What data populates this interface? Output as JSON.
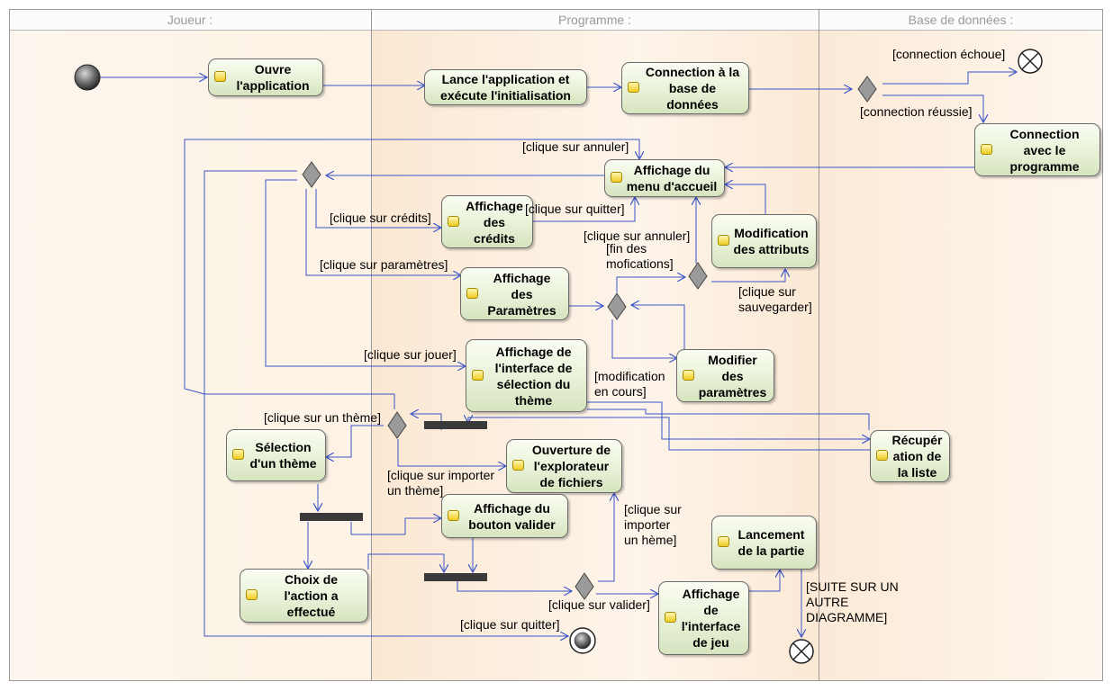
{
  "lanes": [
    {
      "title": "Joueur :"
    },
    {
      "title": "Programme :"
    },
    {
      "title": "Base de données :"
    }
  ],
  "colors": {
    "lane_player": "#fdf5ec",
    "lane_program": "#fbe9d6",
    "lane_db": "#fdf5ec",
    "connector": "#3a55c8",
    "activity_fill": "#e6f0d3"
  },
  "activities": {
    "ouvre": "Ouvre\nl'application",
    "lance": "Lance l'application et\nexécute l'initialisation",
    "connection_bdd": "Connection à la\nbase de\ndonnées",
    "connection_prog": "Connection\navec le\nprogramme",
    "menu": "Affichage du\nmenu d'accueil",
    "credits": "Affichage\ndes\ncrédits",
    "modif_attr": "Modification\ndes attributs",
    "parametres": "Affichage\ndes\nParamètres",
    "modifier_param": "Modifier\ndes\nparamètres",
    "interface_theme": "Affichage de\nl'interface de\nsélection du\nthème",
    "recuperation": "Récupér\nation de\nla liste",
    "selection_theme": "Sélection\nd'un thème",
    "explorateur": "Ouverture de\nl'explorateur\nde fichiers",
    "bouton_valider": "Affichage du\nbouton valider",
    "lancement": "Lancement\nde la partie",
    "choix_action": "Choix de\nl'action a\neffectué",
    "interface_jeu": "Affichage\nde\nl'interface\nde jeu"
  },
  "guards": {
    "connection_echoue": "[connection échoue]",
    "connection_reussie": "[connection réussie]",
    "annuler_top": "[clique sur annuler]",
    "credits": "[clique sur crédits]",
    "quitter_credits": "[clique sur quitter]",
    "annuler_mid": "[clique sur annuler]",
    "fin_modifications": "[fin des\nmofications]",
    "parametres": "[clique sur paramètres]",
    "sauvegarder": "[clique sur\nsauvegarder]",
    "jouer": "[clique sur jouer]",
    "modification_en_cours": "[modification\nen cours]",
    "un_theme": "[clique sur un thème]",
    "importer_theme": "[clique sur importer\nun thème]",
    "importer_heme": "[clique sur\nimporter\nun hème]",
    "valider": "[clique sur valider]",
    "quitter_final": "[clique sur quitter]",
    "suite": "[SUITE SUR UN\nAUTRE\nDIAGRAMME]"
  }
}
